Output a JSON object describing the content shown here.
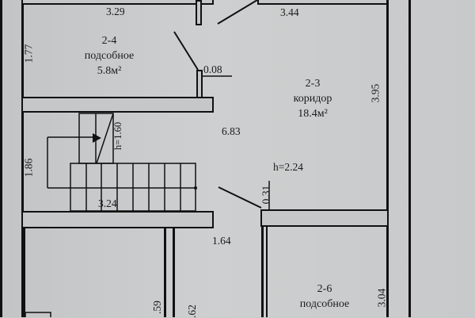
{
  "plan": {
    "rooms": [
      {
        "id": "2-4",
        "name": "подсобное",
        "area": "5.8м²"
      },
      {
        "id": "2-3",
        "name": "коридор",
        "area": "18.4м²"
      },
      {
        "id": "2-6",
        "name": "подсобное",
        "area": ""
      }
    ],
    "dimensions": {
      "d_3_29": "3.29",
      "d_3_44": "3.44",
      "d_1_77": "1.77",
      "d_0_08": "0.08",
      "d_3_95": "3.95",
      "d_1_60": "h=1.60",
      "d_6_83": "6.83",
      "d_1_86": "1.86",
      "d_h_2_24": "h=2.24",
      "d_0_31": "0.31",
      "d_3_24": "3.24",
      "d_1_64": "1.64",
      "d_3_04": "3.04",
      "d_59": ".59",
      "d_62": ".62"
    }
  }
}
